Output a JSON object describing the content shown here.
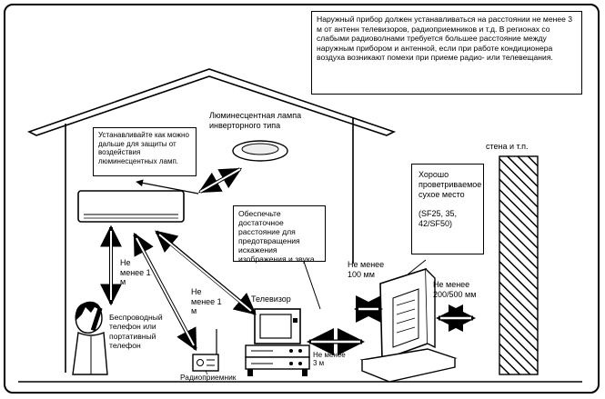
{
  "notes": {
    "top_notice": "Наружный прибор должен устанавливаться на расстоянии не менее 3 м от антенн телевизоров, радиоприемников и т.д. В регионах со слабыми радиоволнами требуется большее расстояние между наружным прибором и антенной, если при работе кондиционера воздуха возникают помехи при приеме радио- или телевещания.",
    "lamp_note": "Устанавливайте как можно дальше для защиты от воздействия люминесцентных ламп.",
    "lamp_label": "Люминесцентная лампа инверторного типа",
    "distance_note": "Обеспечьте достаточное расстояние для предотвращения искажения изображения и звука.",
    "ventilated_note": "Хорошо проветриваемое сухое место",
    "models": "(SF25, 35, 42/SF50)",
    "wall_label": "стена и т.п.",
    "min_1m_a": "Не менее 1 м",
    "min_1m_b": "Не менее 1 м",
    "min_100mm": "Не менее 100 мм",
    "min_200_500": "Не менее 200/500 мм",
    "min_3m": "Не менее 3 м",
    "tv_label": "Телевизор",
    "radio_label": "Радиоприемник",
    "phone_label": "Беспроводный телефон или портативный телефон"
  }
}
